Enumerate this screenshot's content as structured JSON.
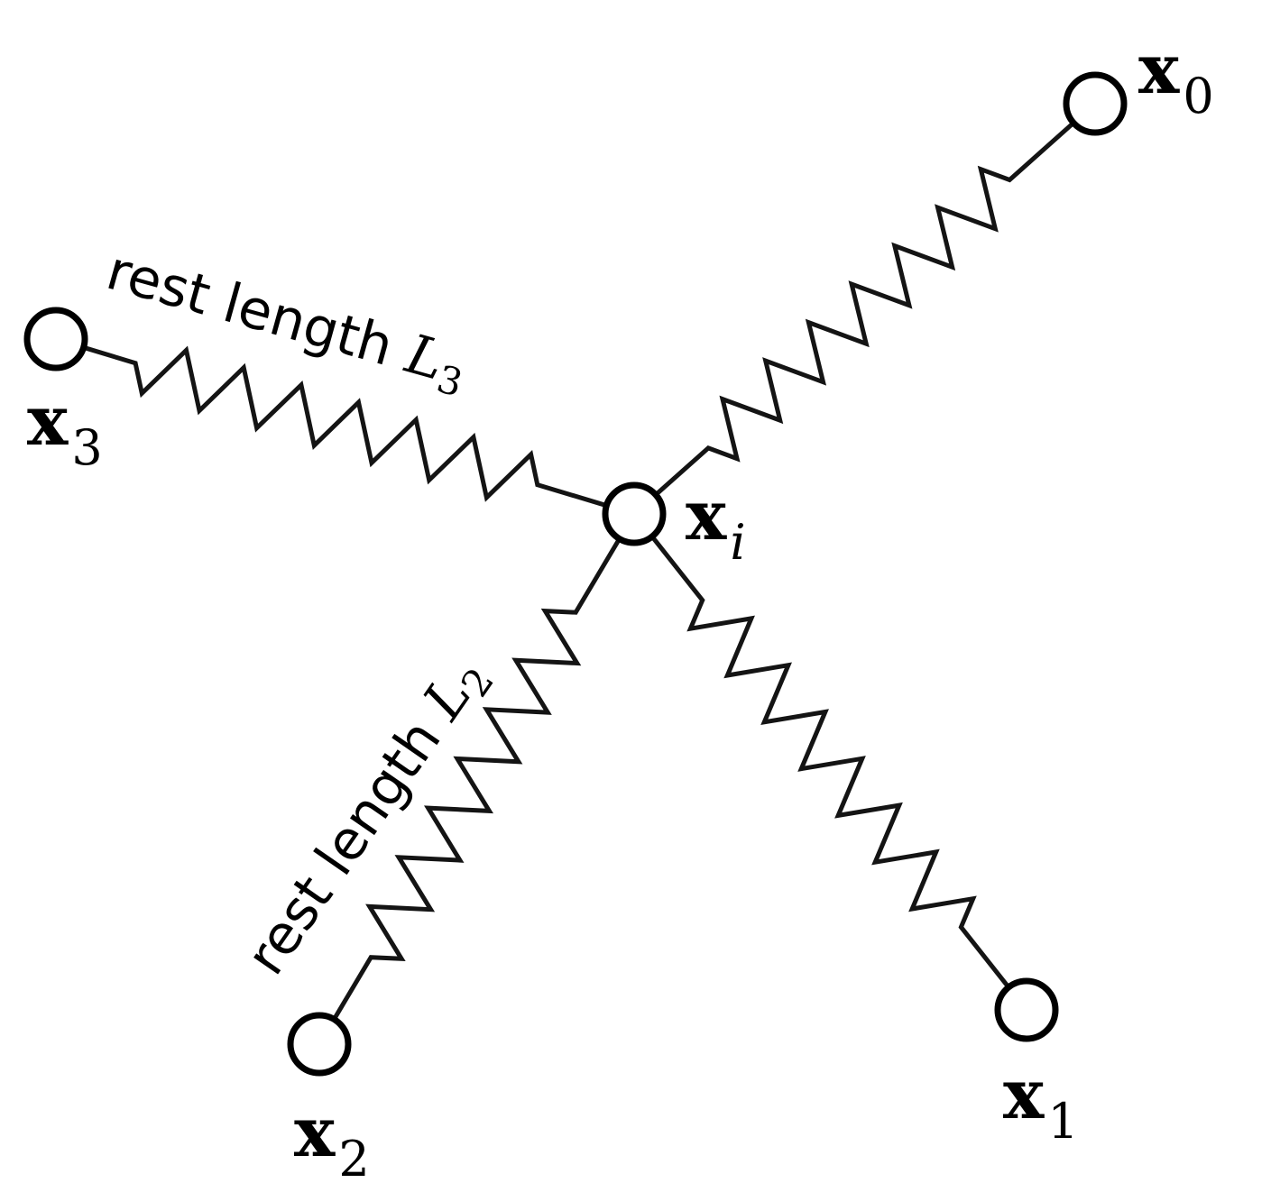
{
  "diagram": {
    "nodes": [
      {
        "id": "x0",
        "symbol": "x",
        "subscript": "0"
      },
      {
        "id": "x1",
        "symbol": "x",
        "subscript": "1"
      },
      {
        "id": "x2",
        "symbol": "x",
        "subscript": "2"
      },
      {
        "id": "x3",
        "symbol": "x",
        "subscript": "3"
      },
      {
        "id": "xi",
        "symbol": "x",
        "subscript": "i"
      }
    ],
    "springs": [
      {
        "from": "xi",
        "to": "x0"
      },
      {
        "from": "xi",
        "to": "x1"
      },
      {
        "from": "xi",
        "to": "x2"
      },
      {
        "from": "xi",
        "to": "x3"
      }
    ],
    "labels": {
      "spring3": {
        "text": "rest length ",
        "symbol": "L",
        "subscript": "3"
      },
      "spring2": {
        "text": "rest length ",
        "symbol": "L",
        "subscript": "2"
      }
    }
  }
}
